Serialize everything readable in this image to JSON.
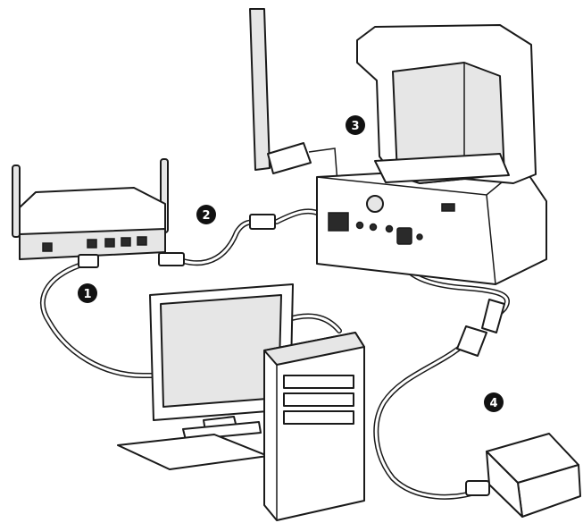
{
  "callouts": [
    {
      "id": "1",
      "label": "1"
    },
    {
      "id": "2",
      "label": "2"
    },
    {
      "id": "3",
      "label": "3"
    },
    {
      "id": "4",
      "label": "4"
    }
  ],
  "colors": {
    "line": "#1a1a1a",
    "badge": "#111111",
    "background": "#ffffff"
  },
  "components": [
    "router",
    "ip-camera",
    "camera-antenna",
    "desktop-computer",
    "power-adapter"
  ]
}
